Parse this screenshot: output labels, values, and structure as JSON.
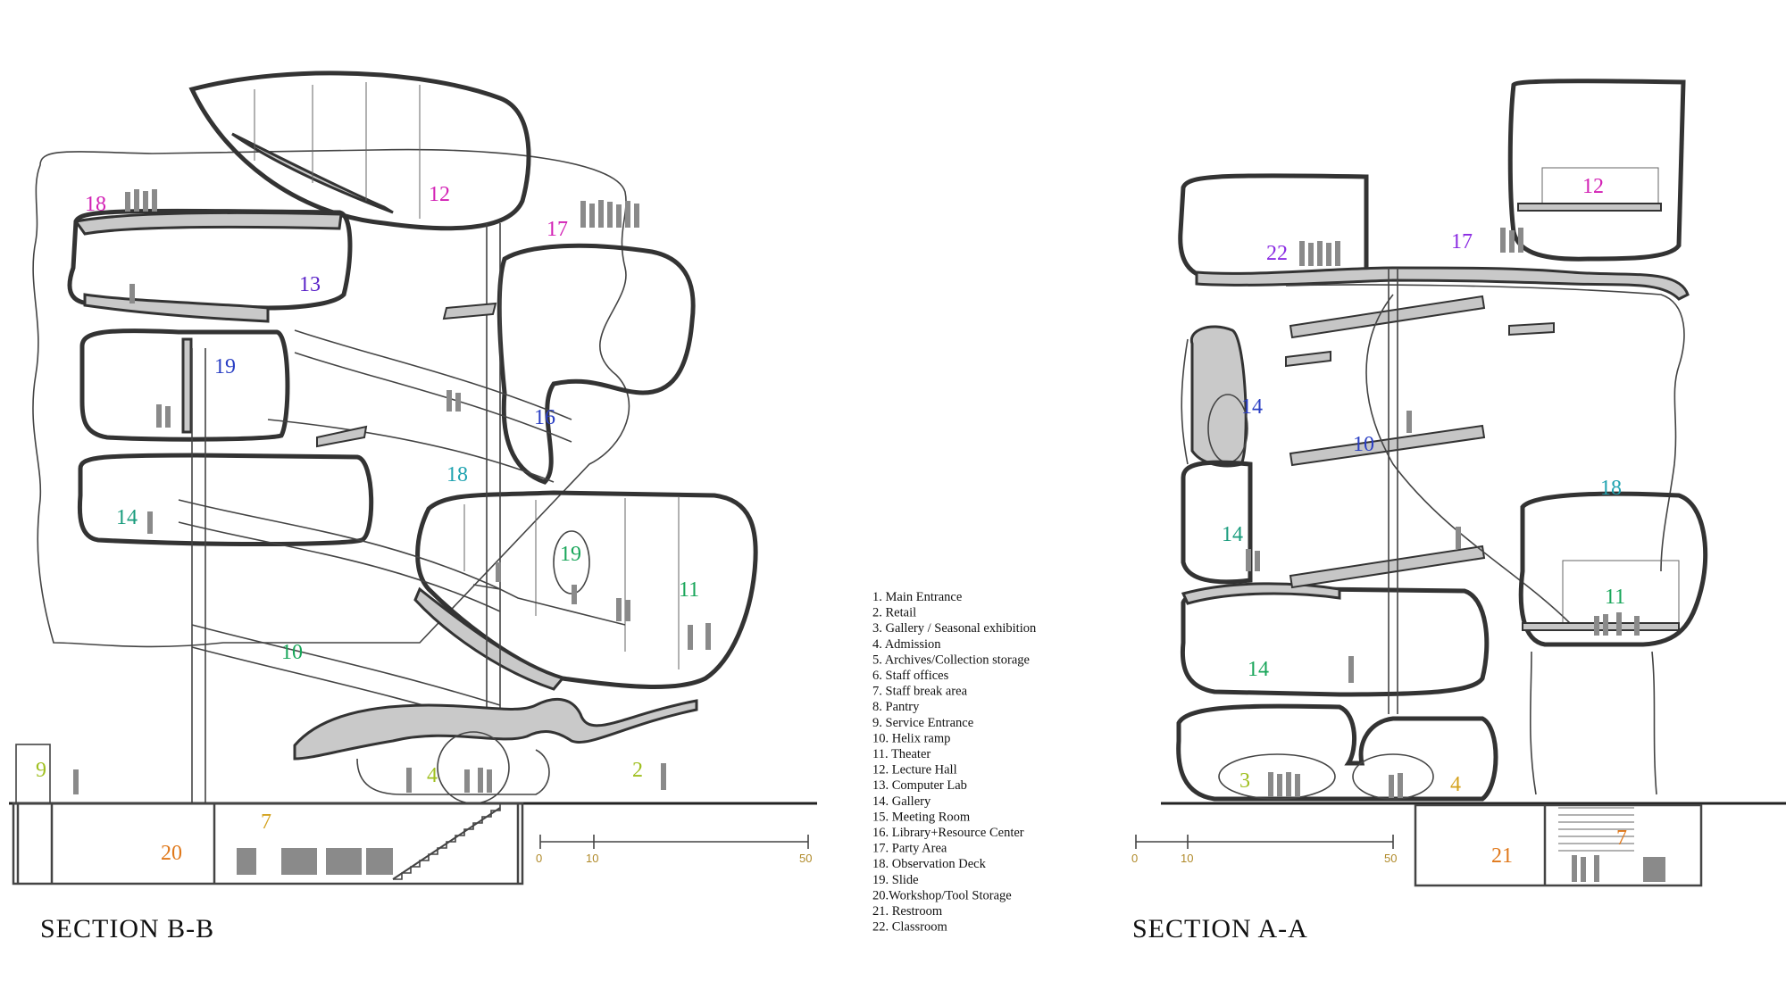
{
  "sections": {
    "left_title": "SECTION B-B",
    "right_title": "SECTION A-A"
  },
  "legend": [
    "1.  Main Entrance",
    "2.  Retail",
    "3.  Gallery / Seasonal exhibition",
    "4.  Admission",
    "5.  Archives/Collection storage",
    "6.  Staff offices",
    "7.  Staff break area",
    "8.  Pantry",
    "9.  Service Entrance",
    "10. Helix ramp",
    "11. Theater",
    "12. Lecture Hall",
    "13. Computer Lab",
    "14. Gallery",
    "15. Meeting Room",
    "16. Library+Resource Center",
    "17. Party Area",
    "18. Observation Deck",
    "19. Slide",
    "20.Workshop/Tool Storage",
    "21. Restroom",
    "22. Classroom"
  ],
  "scale_bars": {
    "left": [
      "0",
      "10",
      "50"
    ],
    "right": [
      "0",
      "10",
      "50"
    ]
  },
  "labels_bb": {
    "n18": "18",
    "n12": "12",
    "n17": "17",
    "n13": "13",
    "n19a": "19",
    "n16": "16",
    "n18b": "18",
    "n14": "14",
    "n19b": "19",
    "n11": "11",
    "n10": "10",
    "n9": "9",
    "n4": "4",
    "n2": "2",
    "n7": "7",
    "n20": "20"
  },
  "labels_aa": {
    "n12": "12",
    "n22": "22",
    "n17": "17",
    "n14a": "14",
    "n10": "10",
    "n18": "18",
    "n14b": "14",
    "n11": "11",
    "n14c": "14",
    "n3": "3",
    "n4": "4",
    "n21": "21",
    "n7": "7"
  },
  "colors": {
    "magenta": "#d21fb4",
    "purple": "#8a2be2",
    "blue": "#2a3fc4",
    "teal": "#1fa3b0",
    "green": "#19a65a",
    "lime": "#9fbf1f",
    "gold": "#d4a21e",
    "orange": "#e0781a",
    "teal_green": "#199c7d"
  }
}
